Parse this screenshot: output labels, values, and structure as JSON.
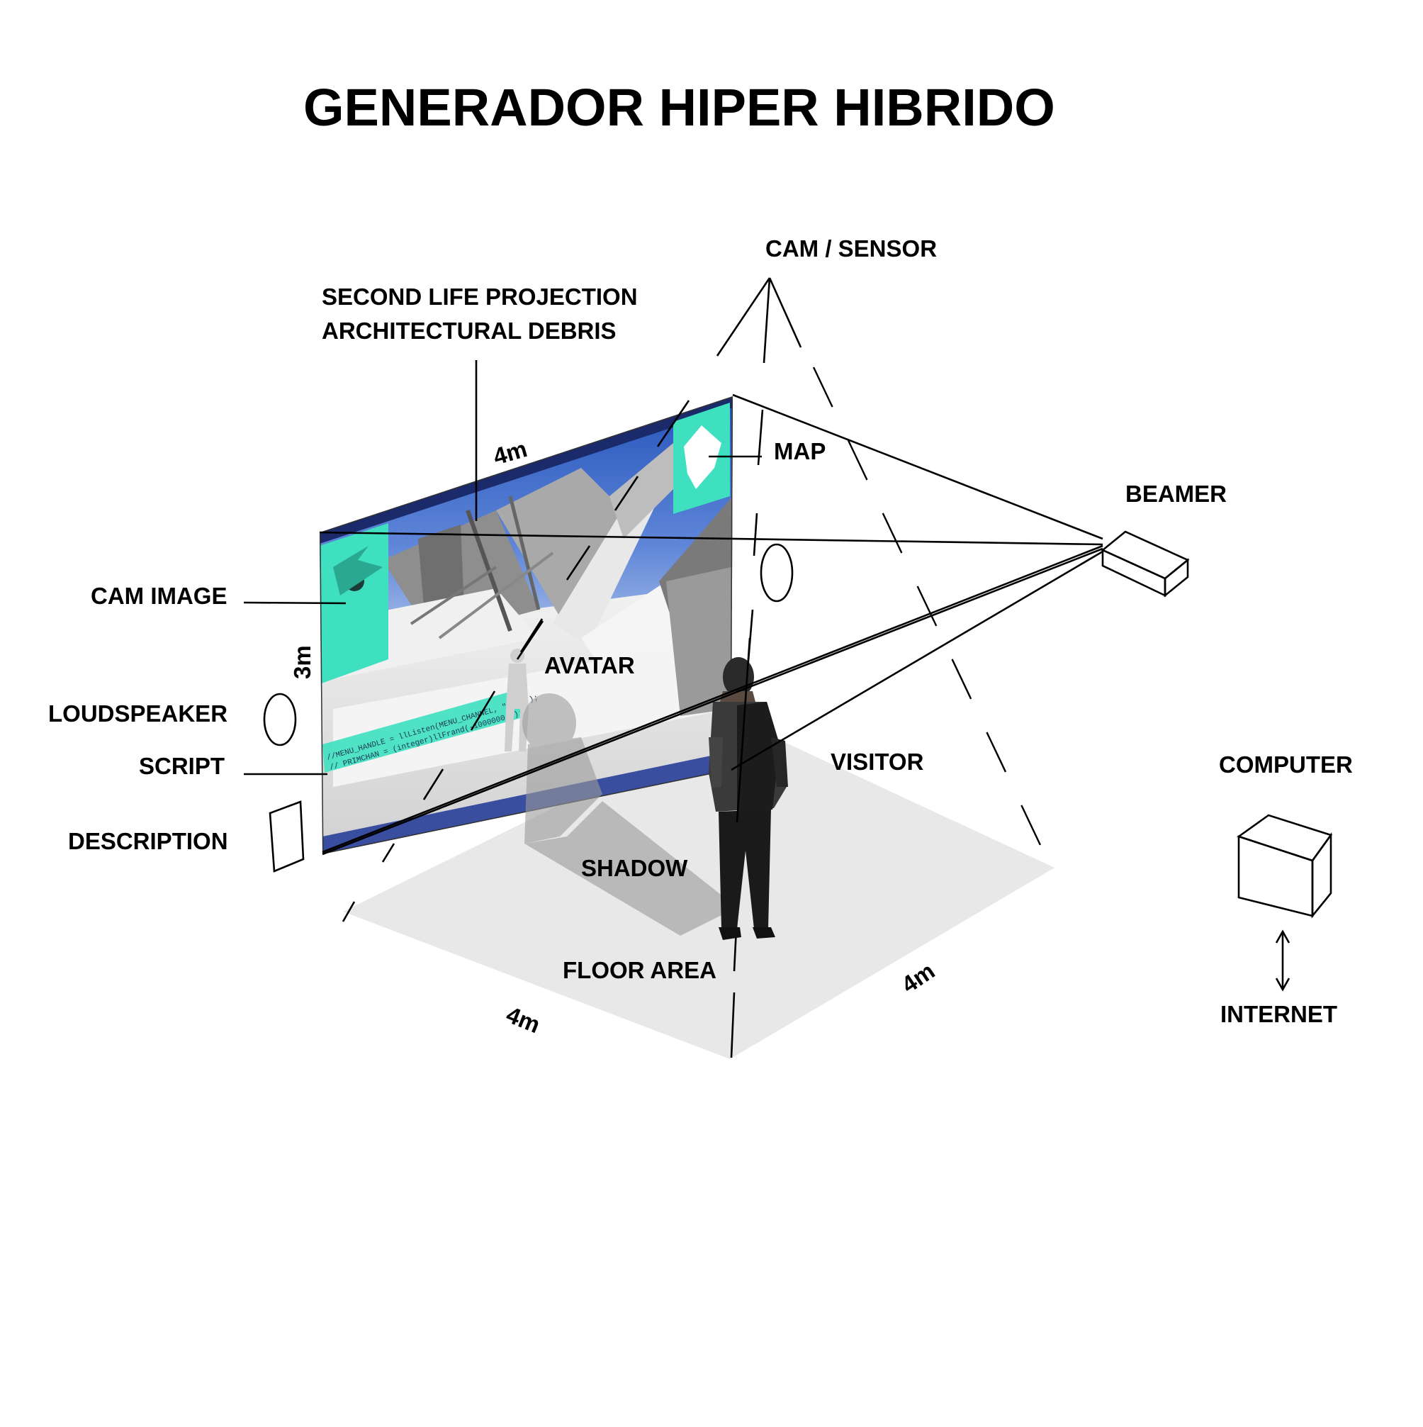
{
  "title": "GENERADOR HIPER HIBRIDO",
  "labels": {
    "cam_sensor": "CAM / SENSOR",
    "second_life_projection": "SECOND LIFE PROJECTION",
    "architectural_debris": "ARCHITECTURAL DEBRIS",
    "map": "MAP",
    "beamer": "BEAMER",
    "cam_image": "CAM IMAGE",
    "avatar": "AVATAR",
    "loudspeaker": "LOUDSPEAKER",
    "script": "SCRIPT",
    "visitor": "VISITOR",
    "computer": "COMPUTER",
    "description": "DESCRIPTION",
    "shadow": "SHADOW",
    "floor_area": "FLOOR AREA",
    "internet": "INTERNET"
  },
  "dimensions": {
    "screen_width": "4m",
    "screen_height": "3m",
    "floor_left": "4m",
    "floor_right": "4m"
  },
  "script_lines": [
    "//MENU_HANDLE = llListen(MENU_CHANNEL, \"\", \"\");",
    "// PRIMCHAN = (integer)llFrand(-1000000.0);"
  ],
  "colors": {
    "accent_teal": "#3ee0c0",
    "sky_blue": "#3c6fd0",
    "floor_grey": "#e6e6e6"
  }
}
